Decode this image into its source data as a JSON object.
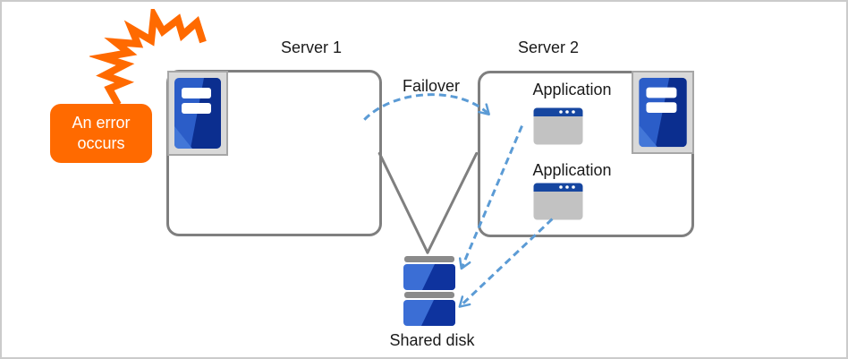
{
  "diagram": {
    "error_callout": {
      "label": "An error occurs"
    },
    "server1": {
      "label": "Server 1"
    },
    "server2": {
      "label": "Server 2",
      "applications": [
        {
          "label": "Application"
        },
        {
          "label": "Application"
        }
      ]
    },
    "failover_arrow": {
      "label": "Failover"
    },
    "shared_disk": {
      "label": "Shared disk"
    },
    "icons": {
      "lightning": "error-shock-icon",
      "server": "server-tower-icon",
      "application": "app-window-icon",
      "disk": "shared-disk-icon"
    },
    "colors": {
      "error_orange": "#FF6A00",
      "server_blue": "#2B5DC8",
      "server_blue_dark": "#0B2E8F",
      "window_title_blue": "#1646A0",
      "window_body_gray": "#C2C2C2",
      "disk_blue": "#3B6ED5",
      "disk_blue_dark": "#0E339E",
      "arrow_blue": "#5B9BD5",
      "line_gray": "#7F7F7F",
      "icon_frame_gray": "#D9D9D9"
    }
  }
}
